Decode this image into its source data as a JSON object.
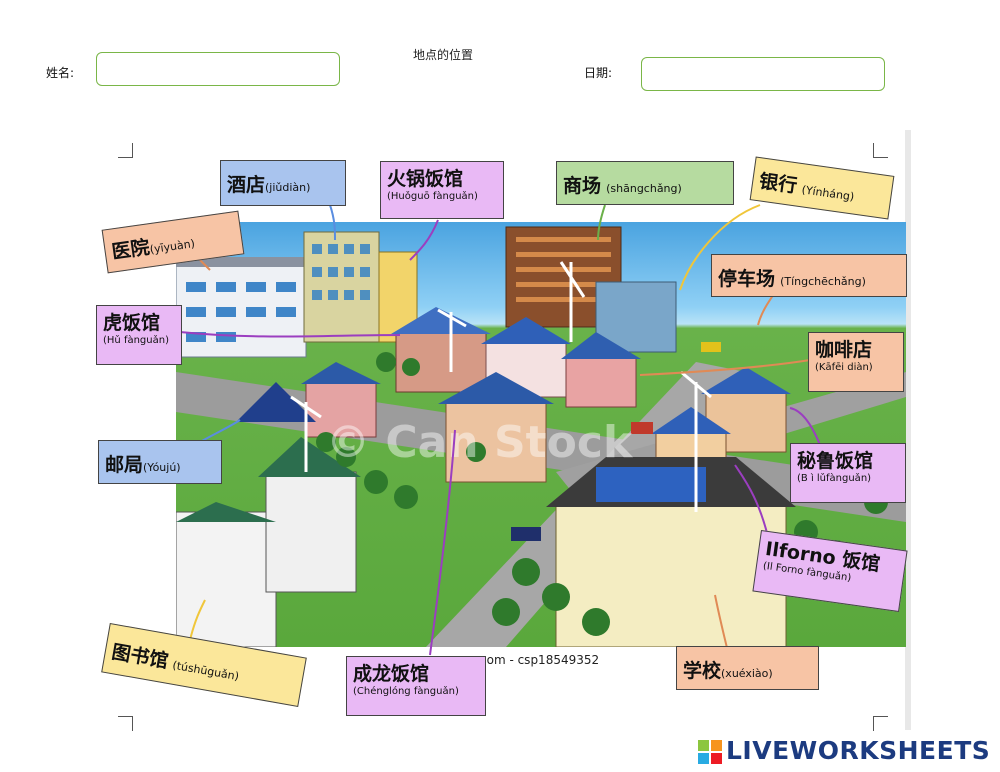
{
  "header": {
    "name_label": "姓名:",
    "title": "地点的位置",
    "date_label": "日期:"
  },
  "watermark": {
    "stock": "© Can Stock",
    "credit": "com - csp18549352"
  },
  "labels": {
    "jiudian": {
      "zh": "酒店",
      "py": "(jiǔdiàn)"
    },
    "huoguo": {
      "zh": "火锅饭馆",
      "py": "(Huǒguō fànguǎn)"
    },
    "shangchang": {
      "zh": "商场",
      "py": "(shāngchǎng)"
    },
    "yinhang": {
      "zh": "银行",
      "py": "(Yínháng)"
    },
    "yiyuan": {
      "zh": "医院",
      "py": "(yīyuàn)"
    },
    "tingchechang": {
      "zh": "停车场",
      "py": "(Tíngchēchǎng)"
    },
    "hufanguan": {
      "zh": "虎饭馆",
      "py": "(Hǔ fànguǎn)"
    },
    "kafeidian": {
      "zh": "咖啡店",
      "py": "(Kāfēi diàn)"
    },
    "youju": {
      "zh": "邮局",
      "py": "(Yóujú)"
    },
    "bilu": {
      "zh": "秘鲁饭馆",
      "py": "(B ì lǔfànguǎn)"
    },
    "ilforno": {
      "zh": "Ilforno 饭馆",
      "py": "(Il Forno fànguǎn)"
    },
    "tushuguan": {
      "zh": "图书馆",
      "py": "(túshūguǎn)"
    },
    "chenglong": {
      "zh": "成龙饭馆",
      "py": "(Chénglóng fànguǎn)"
    },
    "xuexiao": {
      "zh": "学校",
      "py": "(xuéxiào)"
    }
  },
  "footer": {
    "brand": "LIVEWORKSHEETS"
  },
  "colors": {
    "box_border": "#7ab648",
    "blue": "#a9c4ee",
    "purple": "#e9b9f5",
    "green": "#b6dba0",
    "yellow": "#fbe79a",
    "salmon": "#f7c4a5",
    "brand": "#1c3b80"
  }
}
